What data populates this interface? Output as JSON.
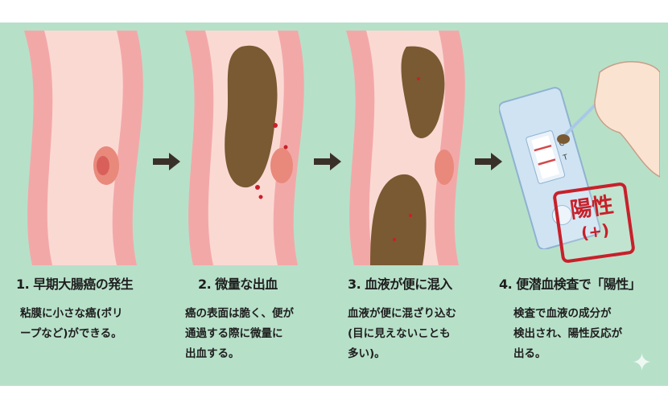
{
  "steps": [
    {
      "title": "1. 早期大腸癌の発生",
      "desc": [
        "粘膜に小さな癌(ポリ",
        "ープなど)ができる。"
      ]
    },
    {
      "title": "2. 微量な出血",
      "desc": [
        "癌の表面は脆く、便が",
        "通過する際に微量に",
        "出血する。"
      ]
    },
    {
      "title": "3. 血液が便に混入",
      "desc": [
        "血液が便に混ざり込む",
        "(目に見えないことも",
        "多い)。"
      ]
    },
    {
      "title": "4. 便潜血検査で「陽性」",
      "desc": [
        "検査で血液の成分が",
        "検出され、陽性反応が",
        "出る。"
      ]
    }
  ],
  "test_kit": {
    "line_c": "C",
    "line_t": "T"
  },
  "stamp": {
    "label": "陽性",
    "sign": "(+)"
  },
  "colors": {
    "background": "#b7e0c9",
    "tissue": "#f3a8a8",
    "lumen": "#fbd9d3",
    "stool": "#7a5a32",
    "blood": "#c8202a"
  }
}
